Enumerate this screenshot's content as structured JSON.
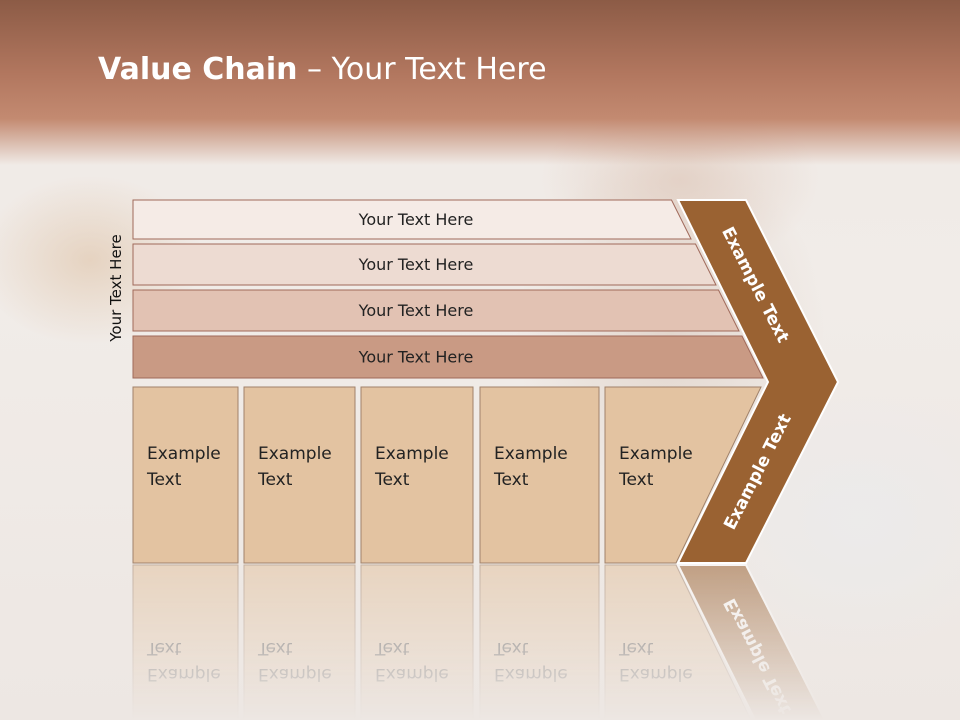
{
  "slide": {
    "title_bold": "Value Chain",
    "title_rest": " – Your Text Here",
    "side_label": "Your Text Here"
  },
  "support_rows": [
    {
      "label": "Your Text Here",
      "fill": "#f5ebe6"
    },
    {
      "label": "Your Text Here",
      "fill": "#eddbd2"
    },
    {
      "label": "Your Text Here",
      "fill": "#e2c2b3"
    },
    {
      "label": "Your Text Here",
      "fill": "#c99a84"
    }
  ],
  "primary_cells": [
    {
      "line1": "Example",
      "line2": "Text"
    },
    {
      "line1": "Example",
      "line2": "Text"
    },
    {
      "line1": "Example",
      "line2": "Text"
    },
    {
      "line1": "Example",
      "line2": "Text"
    },
    {
      "line1": "Example",
      "line2": "Text"
    }
  ],
  "chevron": {
    "upper_label": "Example Text",
    "lower_label": "Example Text",
    "fill": "#9a6232"
  },
  "colors": {
    "cell_fill": "#e3c3a1",
    "header": "#b2775f"
  }
}
